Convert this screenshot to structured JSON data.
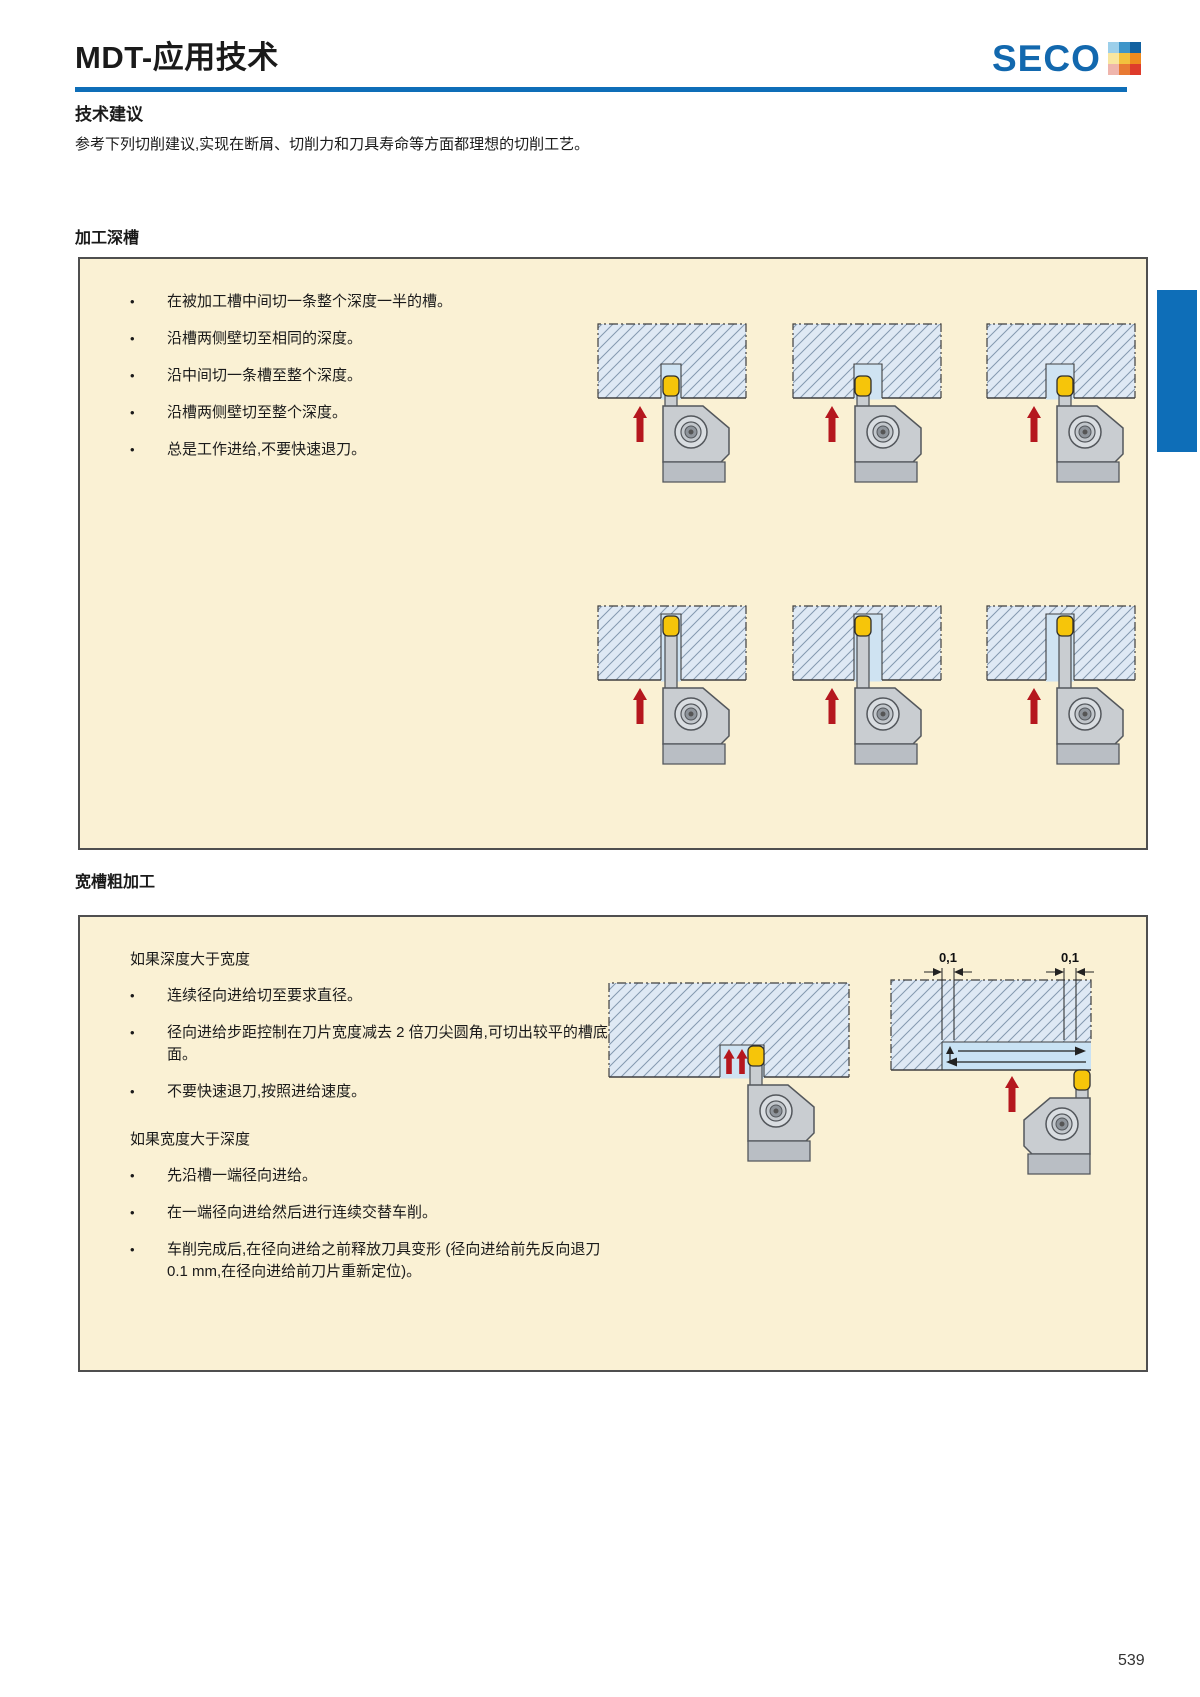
{
  "page": {
    "title": "MDT-应用技术",
    "page_number": "539"
  },
  "logo": {
    "text": "SECO",
    "blue": "#1268AE",
    "grid": [
      "#9CCFEA",
      "#3E95C9",
      "#1261A0",
      "#F8E6A0",
      "#F2C13D",
      "#EE8A1E",
      "#EFB5AC",
      "#E87A33",
      "#DE3B2B"
    ]
  },
  "intro": {
    "heading": "技术建议",
    "body": "参考下列切削建议,实现在断屑、切削力和刀具寿命等方面都理想的切削工艺。"
  },
  "section1": {
    "heading": "加工深槽",
    "bullets": [
      "在被加工槽中间切一条整个深度一半的槽。",
      "沿槽两侧壁切至相同的深度。",
      "沿中间切一条槽至整个深度。",
      "沿槽两侧壁切至整个深度。",
      "总是工作进给,不要快速退刀。"
    ]
  },
  "section2": {
    "heading": "宽槽粗加工",
    "sub1": {
      "heading": "如果深度大于宽度",
      "bullets": [
        "连续径向进给切至要求直径。",
        "径向进给步距控制在刀片宽度减去 2 倍刀尖圆角,可切出较平的槽底面。",
        "不要快速退刀,按照进给速度。"
      ]
    },
    "sub2": {
      "heading": "如果宽度大于深度",
      "bullets": [
        "先沿槽一端径向进给。",
        "在一端径向进给然后进行连续交替车削。",
        "车削完成后,在径向进给之前释放刀具变形 (径向进给前先反向退刀 0.1 mm,在径向进给前刀片重新定位)。"
      ]
    },
    "dim_labels": [
      "0,1",
      "0,1"
    ]
  },
  "colors": {
    "accent_blue": "#0E6EB8",
    "panel_bg": "#FAF1D4",
    "insert_yellow": "#F6C50A",
    "arrow_red": "#B5171E"
  }
}
